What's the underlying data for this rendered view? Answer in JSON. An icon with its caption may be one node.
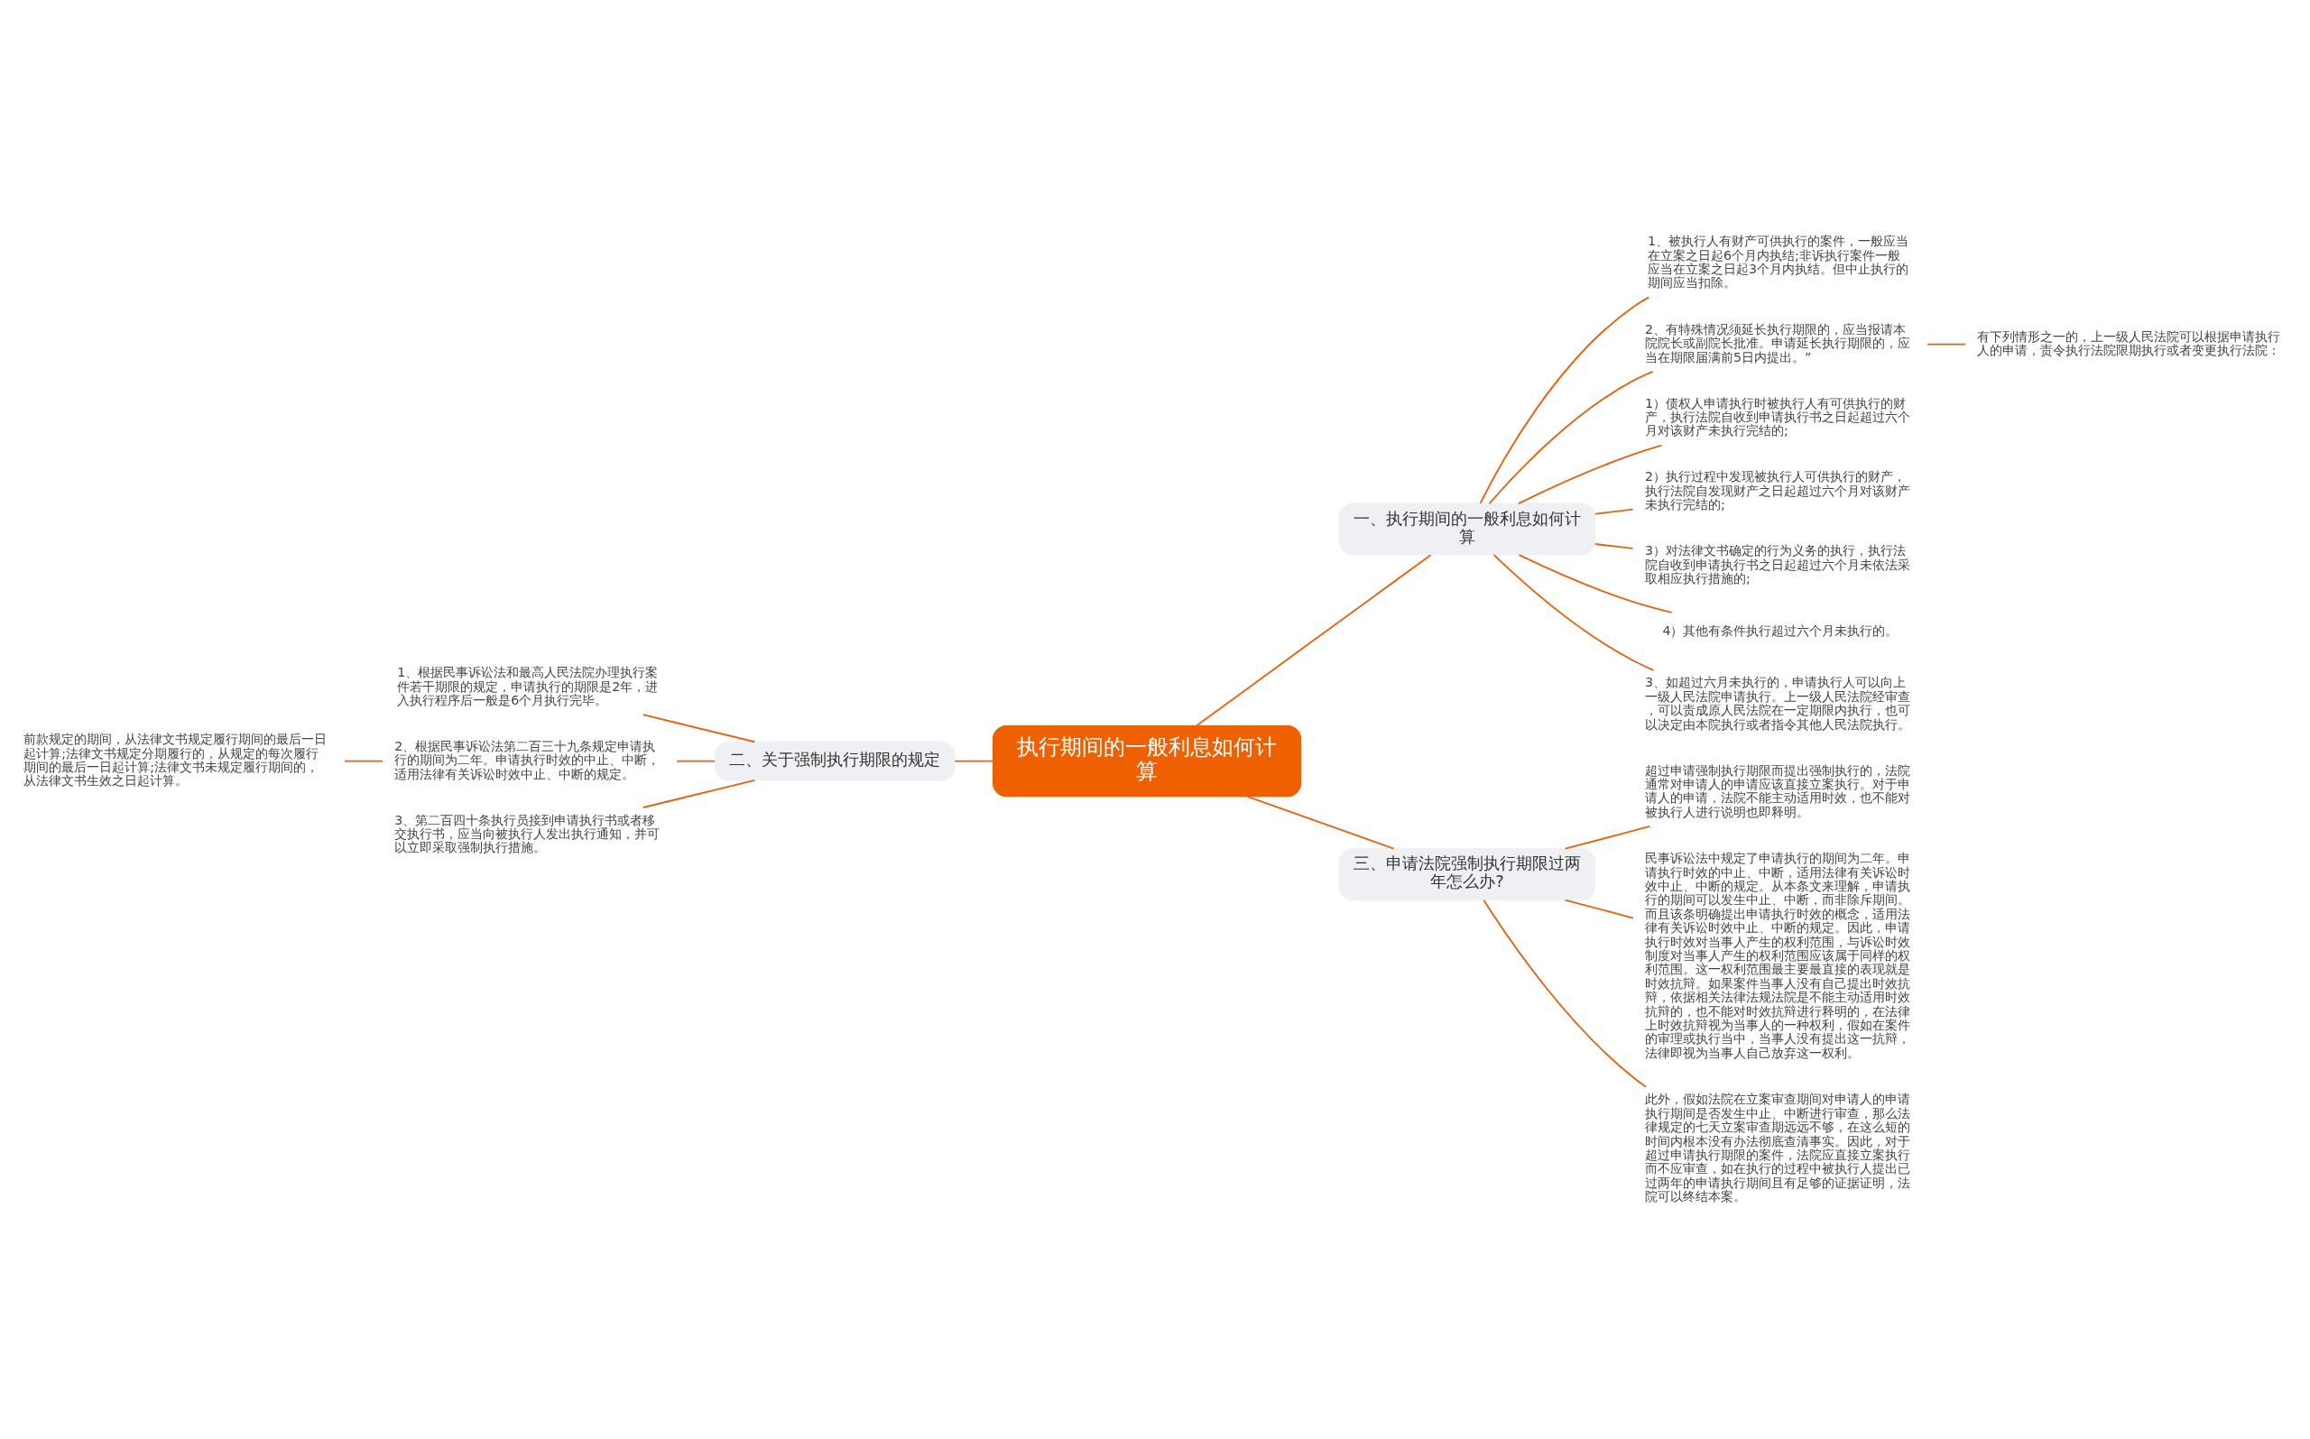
{
  "diagram": {
    "nodes": [
      {
        "text": [
          "执行期间的一般利息如何计算"
        ]
      },
      {
        "text": [
          "一、执行期间的一般利息如何计算"
        ]
      },
      {
        "text": [
          "1、被执行人有财产可供执行的案件，一般应当在立案之日起6个月内执结;非诉执行案件一般应当在立案之日起3个月内执结。但中止执行的期间应当扣除。"
        ]
      },
      {
        "text": [
          "2、有特殊情况须延长执行期限的，应当报请本院院长或副院长批准。申请延长执行期限的，应当在期限届满前5日内提出。”"
        ]
      },
      {
        "text": [
          "有下列情形之一的，上一级人民法院可以根据申请执行人的申请，责令执行法院限期执行或者变更执行法院："
        ]
      },
      {
        "text": [
          "1）债权人申请执行时被执行人有可供执行的财产，执行法院自收到申请执行书之日起超过六个月对该财产未执行完结的;"
        ]
      },
      {
        "text": [
          "2）执行过程中发现被执行人可供执行的财产，执行法院自发现财产之日起超过六个月对该财产未执行完结的;"
        ]
      },
      {
        "text": [
          "3）对法律文书确定的行为义务的执行，执行法院自收到申请执行书之日起超过六个月未依法采取相应执行措施的;"
        ]
      },
      {
        "text": [
          "4）其他有条件执行超过六个月未执行的。"
        ]
      },
      {
        "text": [
          "3、如超过六月未执行的，申请执行人可以向上一级人民法院申请执行。上一级人民法院经审查，可以责成原人民法院在一定期限内执行，也可以决定由本院执行或者指令其他人民法院执行。"
        ]
      },
      {
        "text": [
          "二、关于强制执行期限的规定"
        ]
      },
      {
        "text": [
          "1、根据民事诉讼法和最高人民法院办理执行案件若干期限的规定，申请执行的期限是2年，进入执行程序后一般是6个月执行完毕。"
        ]
      },
      {
        "text": [
          "2、根据民事诉讼法第二百三十九条规定申请执行的期间为二年。申请执行时效的中止、中断，适用法律有关诉讼时效中止、中断的规定。"
        ]
      },
      {
        "text": [
          "前款规定的期间，从法律文书规定履行期间的最后一日起计算;法律文书规定分期履行的，从规定的每次履行期间的最后一日起计算;法律文书未规定履行期间的，从法律文书生效之日起计算。"
        ]
      },
      {
        "text": [
          "3、第二百四十条执行员接到申请执行书或者移交执行书，应当向被执行人发出执行通知，并可以立即采取强制执行措施。"
        ]
      },
      {
        "text": [
          "三、申请法院强制执行期限过两年怎么办?"
        ]
      },
      {
        "text": [
          "超过申请强制执行期限而提出强制执行的，法院通常对申请人的申请应该直接立案执行。对于申请人的申请，法院不能主动适用时效，也不能对被执行人进行说明也即释明。"
        ]
      },
      {
        "text": [
          "民事诉讼法中规定了申请执行的期间为二年。申请执行时效的中止、中断，适用法律有关诉讼时效中止、中断的规定。从本条文来理解，申请执行的期间可以发生中止、中断，而非除斥期间。而且该条明确提出申请执行时效的概念，适用法律有关诉讼时效中止、中断的规定。因此，申请执行时效对当事人产生的权利范围，与诉讼时效制度对当事人产生的权利范围应该属于同样的权利范围。这一权利范围最主要最直接的表现就是时效抗辩。如果案件当事人没有自己提出时效抗辩，依据相关法律法规法院是不能主动适用时效抗辩的，也不能对时效抗辩进行释明的，在法律上时效抗辩视为当事人的一种权利，假如在案件的审理或执行当中，当事人没有提出这一抗辩，法律即视为当事人自己放弃这一权利。"
        ]
      },
      {
        "text": [
          "此外，假如法院在立案审查期间对申请人的申请执行期间是否发生中止、中断进行审查，那么法律规定的七天立案审查期远远不够，在这么短的时间内根本没有办法彻底查清事实。因此，对于超过申请执行期限的案件，法院应直接立案执行而不应审查，如在执行的过程中被执行人提出已过两年的申请执行期间且有足够的证据证明，法院可以终结本案。"
        ]
      }
    ],
    "edges": [
      {
        "from": 0,
        "to": 1,
        "arrow": "none"
      },
      {
        "from": 1,
        "to": 2,
        "arrow": "none"
      },
      {
        "from": 1,
        "to": 3,
        "arrow": "none"
      },
      {
        "from": 3,
        "to": 4,
        "arrow": "none"
      },
      {
        "from": 1,
        "to": 5,
        "arrow": "none"
      },
      {
        "from": 1,
        "to": 6,
        "arrow": "none"
      },
      {
        "from": 1,
        "to": 7,
        "arrow": "none"
      },
      {
        "from": 1,
        "to": 8,
        "arrow": "none"
      },
      {
        "from": 1,
        "to": 9,
        "arrow": "none"
      },
      {
        "from": 0,
        "to": 10,
        "arrow": "none"
      },
      {
        "from": 10,
        "to": 11,
        "arrow": "none"
      },
      {
        "from": 10,
        "to": 12,
        "arrow": "none"
      },
      {
        "from": 12,
        "to": 13,
        "arrow": "none"
      },
      {
        "from": 10,
        "to": 14,
        "arrow": "none"
      },
      {
        "from": 0,
        "to": 15,
        "arrow": "none"
      },
      {
        "from": 15,
        "to": 16,
        "arrow": "none"
      },
      {
        "from": 15,
        "to": 17,
        "arrow": "none"
      },
      {
        "from": 15,
        "to": 18,
        "arrow": "none"
      }
    ]
  }
}
